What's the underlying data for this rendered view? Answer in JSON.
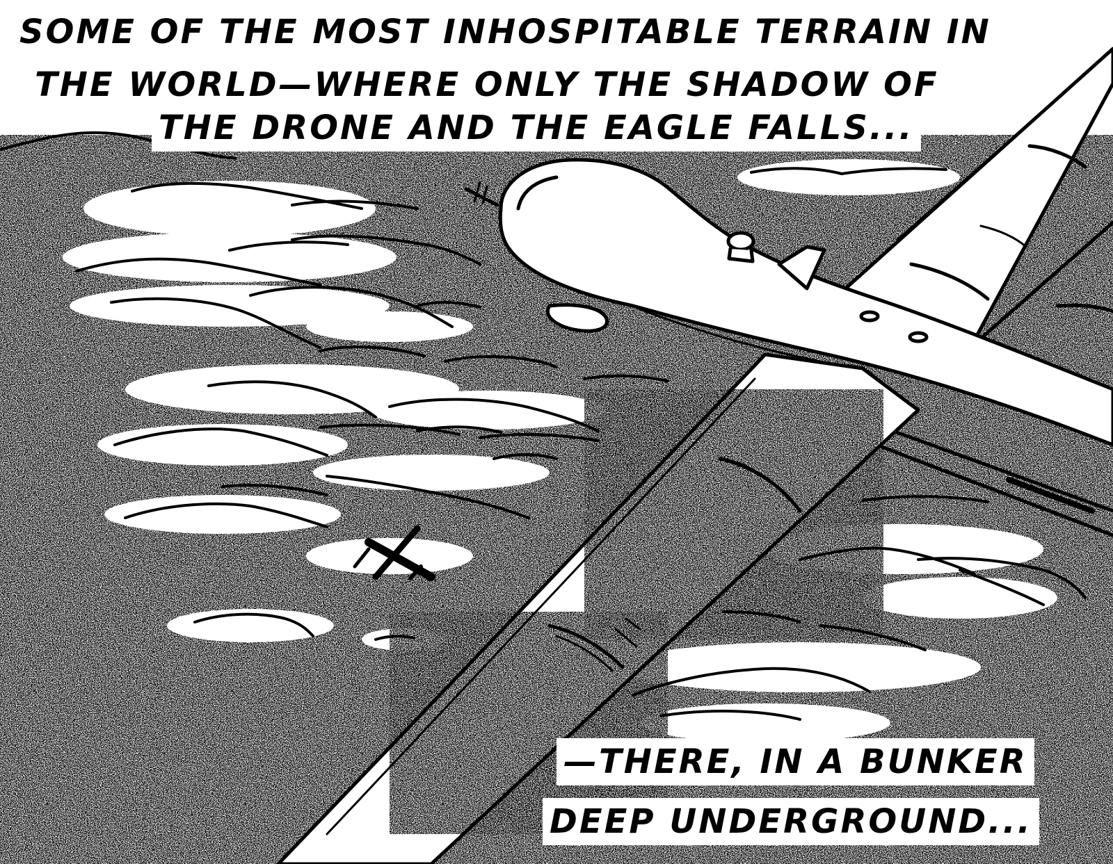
{
  "panel": {
    "ink_color": "#000000",
    "paper_color": "#ffffff",
    "caption_top": {
      "line1": "SOME OF THE MOST INHOSPITABLE TERRAIN IN",
      "line2": "THE WORLD—WHERE ONLY THE SHADOW OF",
      "line3": "THE DRONE AND THE EAGLE FALLS..."
    },
    "caption_bottom": {
      "line1": "—THERE, IN A BUNKER",
      "line2": "DEEP UNDERGROUND..."
    }
  }
}
